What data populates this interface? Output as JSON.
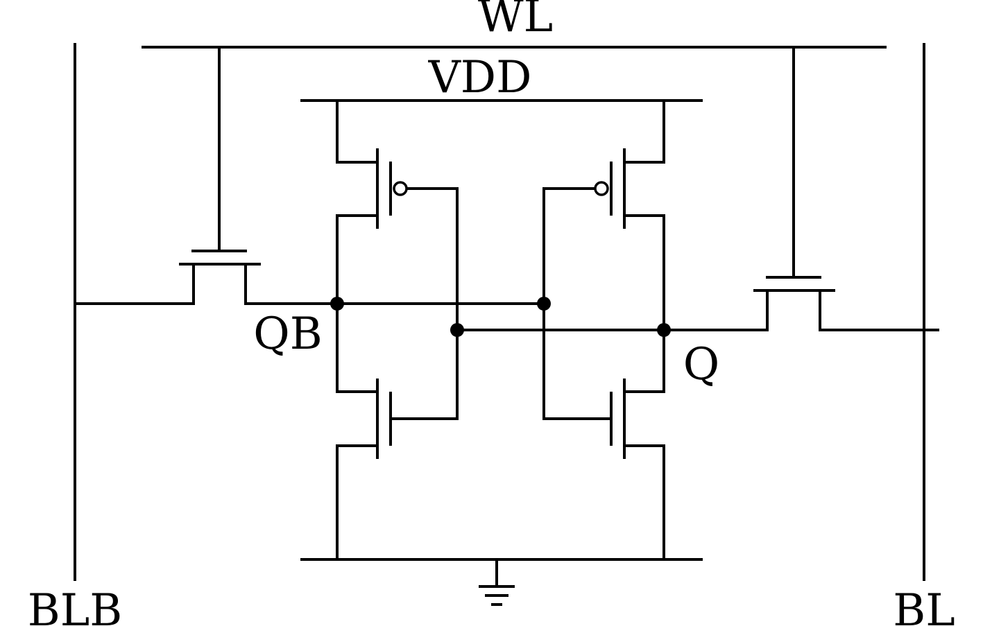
{
  "labels": {
    "word_line": "WL",
    "supply": "VDD",
    "bit_line_bar": "BLB",
    "bit_line": "BL",
    "node_qb": "QB",
    "node_q": "Q"
  },
  "colors": {
    "wire": "#000000",
    "background": "#ffffff"
  }
}
